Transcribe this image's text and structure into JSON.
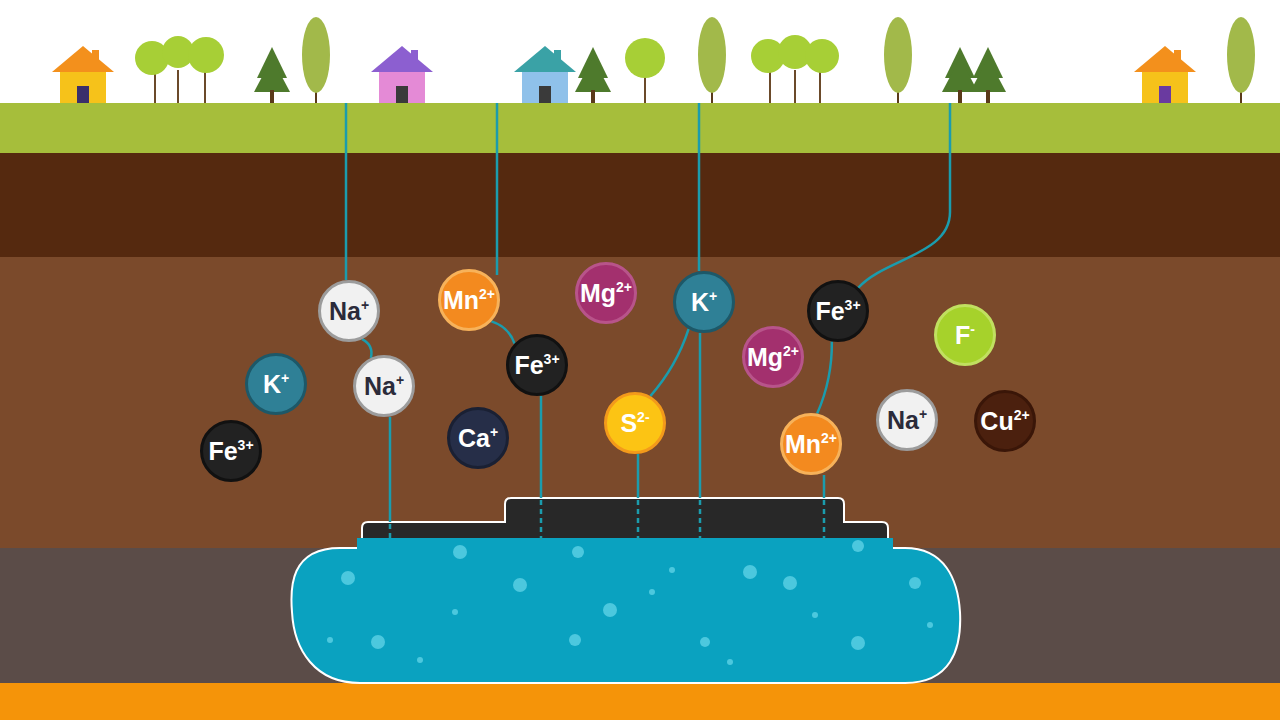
{
  "diagram": {
    "nodes": [
      {
        "text": [
          "Na+"
        ]
      },
      {
        "text": [
          "Mn2+"
        ]
      },
      {
        "text": [
          "Mg2+"
        ]
      },
      {
        "text": [
          "K+"
        ]
      },
      {
        "text": [
          "Fe3+"
        ]
      },
      {
        "text": [
          "F-"
        ]
      },
      {
        "text": [
          "K+"
        ]
      },
      {
        "text": [
          "Na+"
        ]
      },
      {
        "text": [
          "Fe3+"
        ]
      },
      {
        "text": [
          "Mg2+"
        ]
      },
      {
        "text": [
          "S2-"
        ]
      },
      {
        "text": [
          "Ca+"
        ]
      },
      {
        "text": [
          "Na+"
        ]
      },
      {
        "text": [
          "Cu2+"
        ]
      },
      {
        "text": [
          "Mn2+"
        ]
      },
      {
        "text": [
          "Fe3+"
        ]
      }
    ],
    "edges": [
      {
        "from": 0,
        "to": 7,
        "arrow": "none"
      },
      {
        "from": 1,
        "to": 8,
        "arrow": "none"
      },
      {
        "from": 3,
        "to": 10,
        "arrow": "none"
      },
      {
        "from": 4,
        "to": 14,
        "arrow": "none"
      }
    ]
  }
}
